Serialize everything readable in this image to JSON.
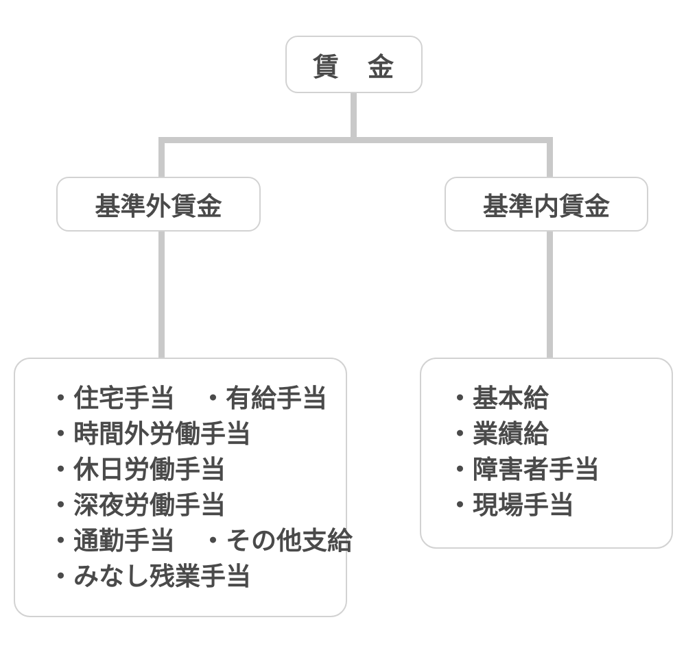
{
  "diagram": {
    "type": "org-tree",
    "title": "賃金の分類図",
    "colors": {
      "text": "#4a4a4a",
      "box_border": "#d2d2d2",
      "connector": "#c9c9c9",
      "background": "#ffffff"
    },
    "root": {
      "label": "賃　金"
    },
    "branches": [
      {
        "id": "hijun-gai",
        "label": "基準外賃金",
        "items": [
          "・住宅手当　・有給手当",
          "・時間外労働手当",
          "・休日労働手当",
          "・深夜労働手当",
          "・通勤手当　・その他支給",
          "・みなし残業手当"
        ]
      },
      {
        "id": "hijun-nai",
        "label": "基準内賃金",
        "items": [
          "・基本給",
          "・業績給",
          "・障害者手当",
          "・現場手当"
        ]
      }
    ]
  }
}
